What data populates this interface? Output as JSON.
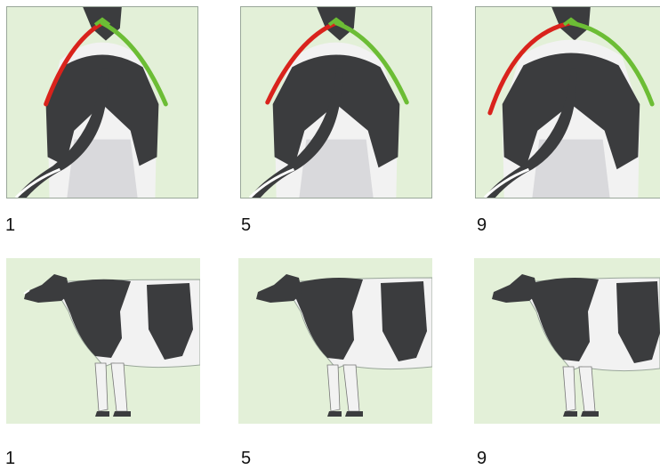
{
  "rear_view": {
    "scores": [
      "1",
      "5",
      "9"
    ],
    "left_curve_color": "#d9231c",
    "right_curve_color": "#6cbd35"
  },
  "side_view": {
    "scores": [
      "1",
      "5",
      "9"
    ]
  },
  "colors": {
    "background_panel": "#e3f0d8",
    "cow_black": "#3b3c3e",
    "cow_white": "#f2f2f2",
    "udder": "#d9d9dc"
  }
}
